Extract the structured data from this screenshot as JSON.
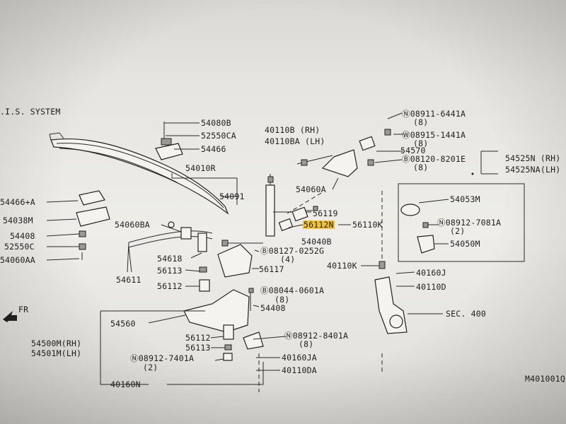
{
  "diagram": {
    "system_title": ".I.S. SYSTEM",
    "page_code": "M401001Q",
    "front_label": "FR",
    "inset_parts": [
      "54053M",
      "08912-7081A",
      "(2)",
      "54050M"
    ],
    "labels": {
      "p54080B": "54080B",
      "p52550CA": "52550CA",
      "p54466": "54466",
      "p54010R": "54010R",
      "p54091": "54091",
      "p54466A": "54466+A",
      "p54038M": "54038M",
      "p54408a": "54408",
      "p52550C": "52550C",
      "p54060AA": "54060AA",
      "p54060BA": "54060BA",
      "p54611": "54611",
      "p54618": "54618",
      "p56113a": "56113",
      "p56112a": "56112",
      "p40110B": "40110B  (RH)",
      "p40110BA": "40110BA (LH)",
      "p08911": "08911-6441A",
      "p08911q": "(8)",
      "p08915": "08915-1441A",
      "p08915q": "(8)",
      "p54570": "54570",
      "p08120": "08120-8201E",
      "p08120q": "(8)",
      "p54525N": "54525N (RH)",
      "p54525NA": "54525NA(LH)",
      "p54060A": "54060A",
      "p56119": "56119",
      "p56112N": "56112N",
      "p56110K": "56110K",
      "p54040B": "54040B",
      "p08127": "08127-0252G",
      "p08127q": "(4)",
      "p56117": "56117",
      "p08044": "08044-0601A",
      "p08044q": "(8)",
      "p54408b": "54408",
      "p54560": "54560",
      "p54500M": "54500M(RH)",
      "p54501M": "54501M(LH)",
      "p56112b": "56112",
      "p56113b": "56113",
      "p08912_74": "08912-7401A",
      "p08912_74q": "(2)",
      "p40160N": "40160N",
      "p08912_84": "08912-8401A",
      "p08912_84q": "(8)",
      "p40160JA": "40160JA",
      "p40110DA": "40110DA",
      "p40110K": "40110K",
      "p40160J": "40160J",
      "p40110D": "40110D",
      "pSEC400": "SEC. 400"
    },
    "highlight_color": "#f2c230"
  }
}
